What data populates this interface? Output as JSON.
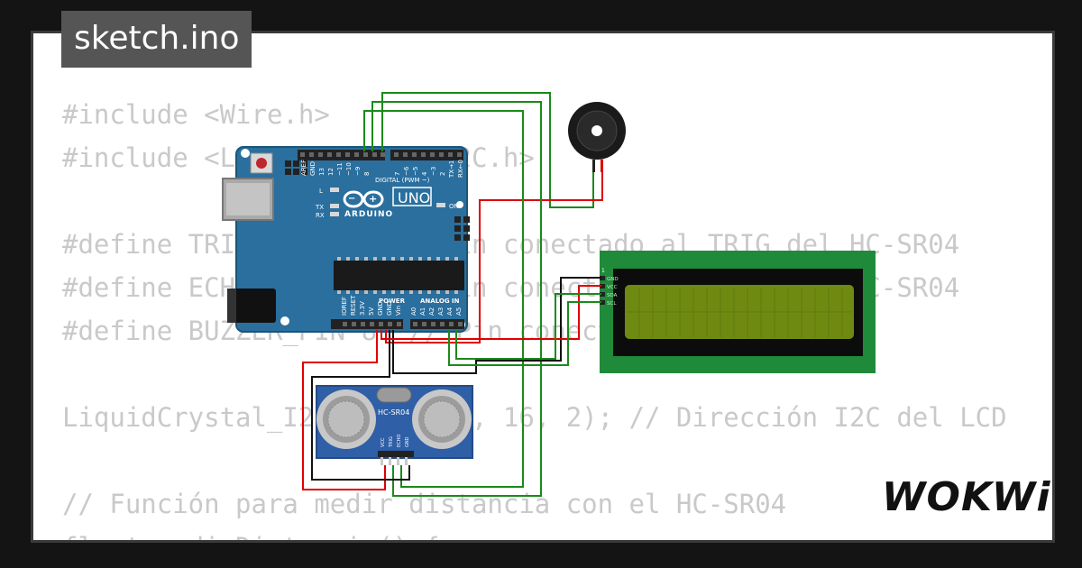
{
  "title": "sketch.ino",
  "brand": "WOKWi",
  "code_lines": [
    "#include <Wire.h>",
    "#include <LiquidCrystal_I2C.h>",
    "",
    "#define TRIG_PIN 9   // Pin conectado al TRIG del HC-SR04",
    "#define ECHO_PIN 10  // Pin conectado al ECHO del HC-SR04",
    "#define BUZZER_PIN 8  // Pin conectado al buzzer",
    "",
    "LiquidCrystal_I2C lcd(0x27, 16, 2); // Dirección I2C del LCD",
    "",
    "// Función para medir distancia con el HC-SR04",
    "float medirDistancia() {"
  ],
  "arduino": {
    "model": "UNO",
    "brand": "ARDUINO",
    "digital_header": "DIGITAL (PWM ~)",
    "digital_pins": [
      "AREF",
      "GND",
      "13",
      "12",
      "~11",
      "~10",
      "~9",
      "8",
      "7",
      "~6",
      "~5",
      "4",
      "~3",
      "2",
      "TX→1",
      "RX←0"
    ],
    "power_header": "POWER",
    "power_pins": [
      "IOREF",
      "RESET",
      "3.3V",
      "5V",
      "GND",
      "GND",
      "Vin"
    ],
    "analog_header": "ANALOG IN",
    "analog_pins": [
      "A0",
      "A1",
      "A2",
      "A3",
      "A4",
      "A5"
    ],
    "led_labels": [
      "L",
      "TX",
      "RX"
    ],
    "on_label": "ON"
  },
  "sensor": {
    "label": "HC-SR04",
    "pins": [
      "VCC",
      "TRIG",
      "ECHO",
      "GND"
    ]
  },
  "lcd": {
    "pins": [
      "GND",
      "VCC",
      "SDA",
      "SCL"
    ]
  },
  "colors": {
    "board": "#2a6f9e",
    "wire_green": "#1a8a1a",
    "wire_red": "#e00000",
    "wire_black": "#111111",
    "lcd_pcb": "#1f8a3a",
    "lcd_screen": "#6f8a10",
    "sensor_pcb": "#2f5fa6"
  }
}
